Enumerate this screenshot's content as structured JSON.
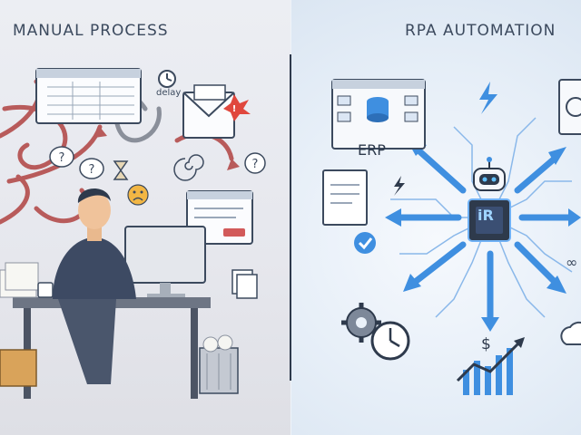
{
  "left_panel": {
    "title": "MANUAL PROCESS",
    "delay_label": "delay"
  },
  "right_panel": {
    "title": "RPA AUTOMATION",
    "erp_label": "ERP",
    "chip_label": "iR",
    "currency_symbol": "$",
    "infinity_symbol": "∞"
  },
  "colors": {
    "left_bg": "#e6e7ed",
    "right_bg": "#eaf1f9",
    "arrow_red": "#b85b5b",
    "arrow_blue": "#3f8fe0",
    "dark_navy": "#2e3a4c",
    "alert_red": "#e0473d"
  },
  "icons": [
    "spreadsheet-icon",
    "clock-icon",
    "envelope-alert-icon",
    "question-mark-icon",
    "hourglass-icon",
    "frown-emoji-icon",
    "spiral-icon",
    "form-window-icon",
    "document-stack-icon",
    "trash-can-icon",
    "database-icon",
    "lightning-icon",
    "robot-icon",
    "chip-icon",
    "gear-icon",
    "trend-chart-icon",
    "cloud-icon",
    "checked-document-icon",
    "user-profile-icon"
  ]
}
